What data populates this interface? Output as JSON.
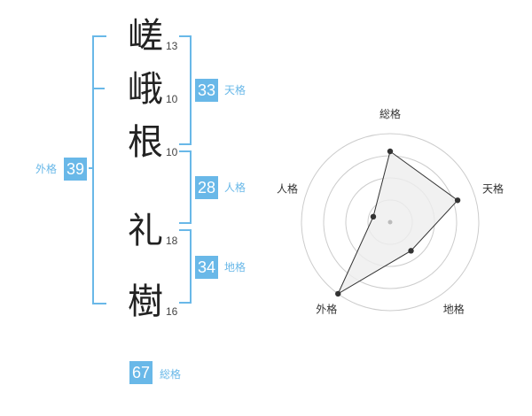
{
  "name": {
    "chars": [
      {
        "char": "嵯",
        "strokes": "13"
      },
      {
        "char": "峨",
        "strokes": "10"
      },
      {
        "char": "根",
        "strokes": "10"
      },
      {
        "char": "礼",
        "strokes": "18"
      },
      {
        "char": "樹",
        "strokes": "16"
      }
    ]
  },
  "kakusu": {
    "tenkaku": {
      "value": "33",
      "label": "天格"
    },
    "jinkaku": {
      "value": "28",
      "label": "人格"
    },
    "chikaku": {
      "value": "34",
      "label": "地格"
    },
    "gaikaku": {
      "value": "39",
      "label": "外格"
    },
    "soukaku": {
      "value": "67",
      "label": "総格"
    }
  },
  "chart_data": {
    "type": "radar",
    "axes": [
      "総格",
      "天格",
      "地格",
      "外格",
      "人格"
    ],
    "series": [
      {
        "values": [
          4,
          4,
          2,
          5,
          1
        ]
      }
    ],
    "rmax": 5,
    "rings": 4,
    "colors": {
      "accent": "#69b8e8",
      "ring": "#cccccc",
      "fill": "#eeeeee",
      "line": "#333333"
    }
  }
}
